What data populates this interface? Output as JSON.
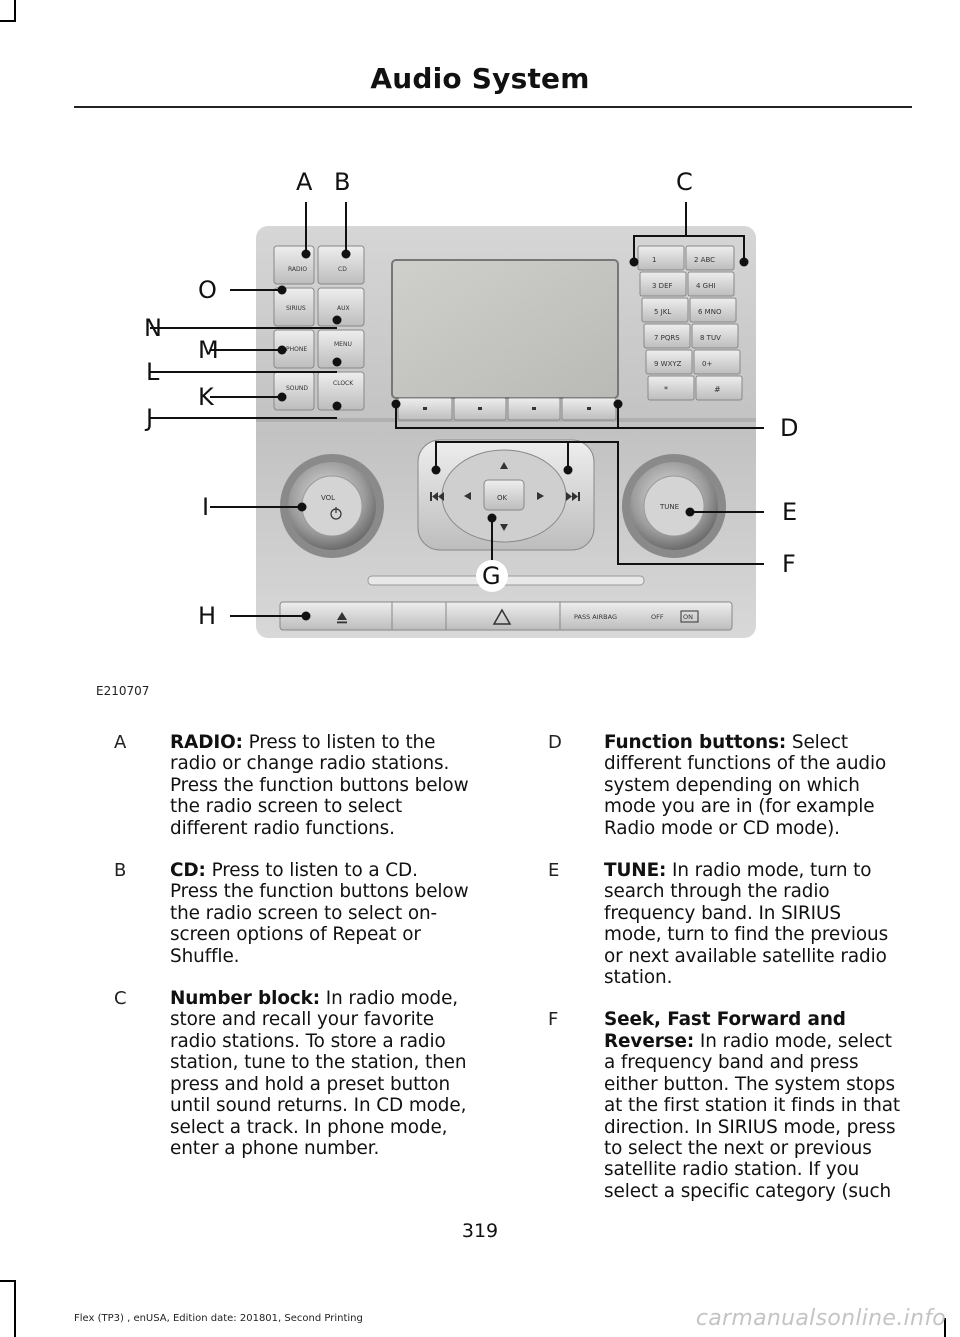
{
  "header": {
    "title": "Audio System"
  },
  "figure": {
    "id": "E210707",
    "callouts": [
      "A",
      "B",
      "C",
      "D",
      "E",
      "F",
      "G",
      "H",
      "I",
      "J",
      "K",
      "L",
      "M",
      "N",
      "O"
    ],
    "buttons": {
      "radio": "RADIO",
      "cd": "CD",
      "sirius": "SIRIUS",
      "aux": "AUX",
      "phone": "PHONE",
      "menu": "MENU",
      "sound": "SOUND",
      "clock": "CLOCK",
      "vol": "VOL",
      "tune": "TUNE",
      "ok": "OK",
      "pass_airbag": "PASS AIRBAG",
      "off": "OFF",
      "on": "ON"
    },
    "keypad": [
      "1",
      "2 ABC",
      "3 DEF",
      "4 GHI",
      "5 JKL",
      "6 MNO",
      "7 PQRS",
      "8 TUV",
      "9 WXYZ",
      "0+",
      "*",
      "#"
    ]
  },
  "entries_left": [
    {
      "letter": "A",
      "term": "RADIO:",
      "desc": " Press to listen to the radio or change radio stations. Press the function buttons below the radio screen to select different radio functions."
    },
    {
      "letter": "B",
      "term": "CD:",
      "desc": " Press to listen to a CD. Press the function buttons below the radio screen to select on-screen options of Repeat or Shuffle."
    },
    {
      "letter": "C",
      "term": "Number block:",
      "desc": " In radio mode, store and recall your favorite radio stations. To store a radio station, tune to the station, then press and hold a preset button until sound returns. In CD mode, select a track. In phone mode, enter a phone number."
    }
  ],
  "entries_right": [
    {
      "letter": "D",
      "term": "Function buttons:",
      "desc": " Select different functions of the audio system depending on which mode you are in (for example Radio mode or CD mode)."
    },
    {
      "letter": "E",
      "term": "TUNE:",
      "desc": " In radio mode, turn to search through the radio frequency band. In SIRIUS mode, turn to find the previous or next available satellite radio station."
    },
    {
      "letter": "F",
      "term": "Seek, Fast Forward and Reverse:",
      "desc": " In radio mode, select a frequency band and press either button. The system stops at the first station it finds in that direction. In SIRIUS mode, press to select the next or previous satellite radio station. If you select a specific category (such"
    }
  ],
  "page_number": "319",
  "footer": {
    "text": "Flex (TP3) , enUSA, Edition date: 201801, Second Printing"
  },
  "watermark": "carmanualsonline.info"
}
